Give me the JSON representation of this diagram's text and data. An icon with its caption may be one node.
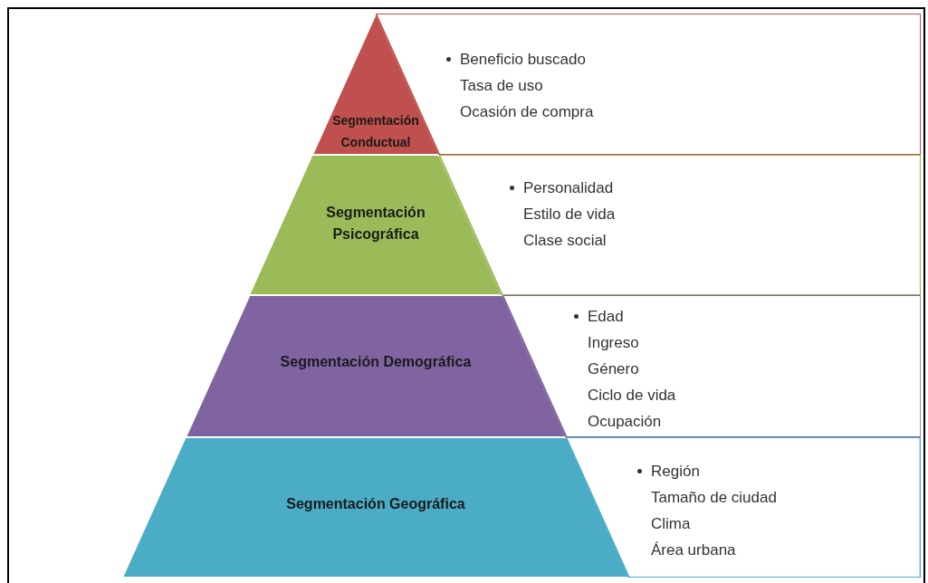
{
  "diagram": {
    "nodes": [
      {
        "text": [
          "Segmentación Conductual"
        ]
      },
      {
        "text": [
          "Beneficio buscado",
          "Tasa de uso",
          "Ocasión de compra"
        ]
      },
      {
        "text": [
          "Segmentación Psicográfica"
        ]
      },
      {
        "text": [
          "Personalidad",
          "Estilo de vida",
          "Clase social"
        ]
      },
      {
        "text": [
          "Segmentación Demográfica"
        ]
      },
      {
        "text": [
          "Edad",
          "Ingreso",
          "Género",
          "Ciclo de vida",
          "Ocupación"
        ]
      },
      {
        "text": [
          "Segmentación Geográfica"
        ]
      },
      {
        "text": [
          "Región",
          "Tamaño de ciudad",
          "Clima",
          "Área urbana"
        ]
      }
    ]
  }
}
